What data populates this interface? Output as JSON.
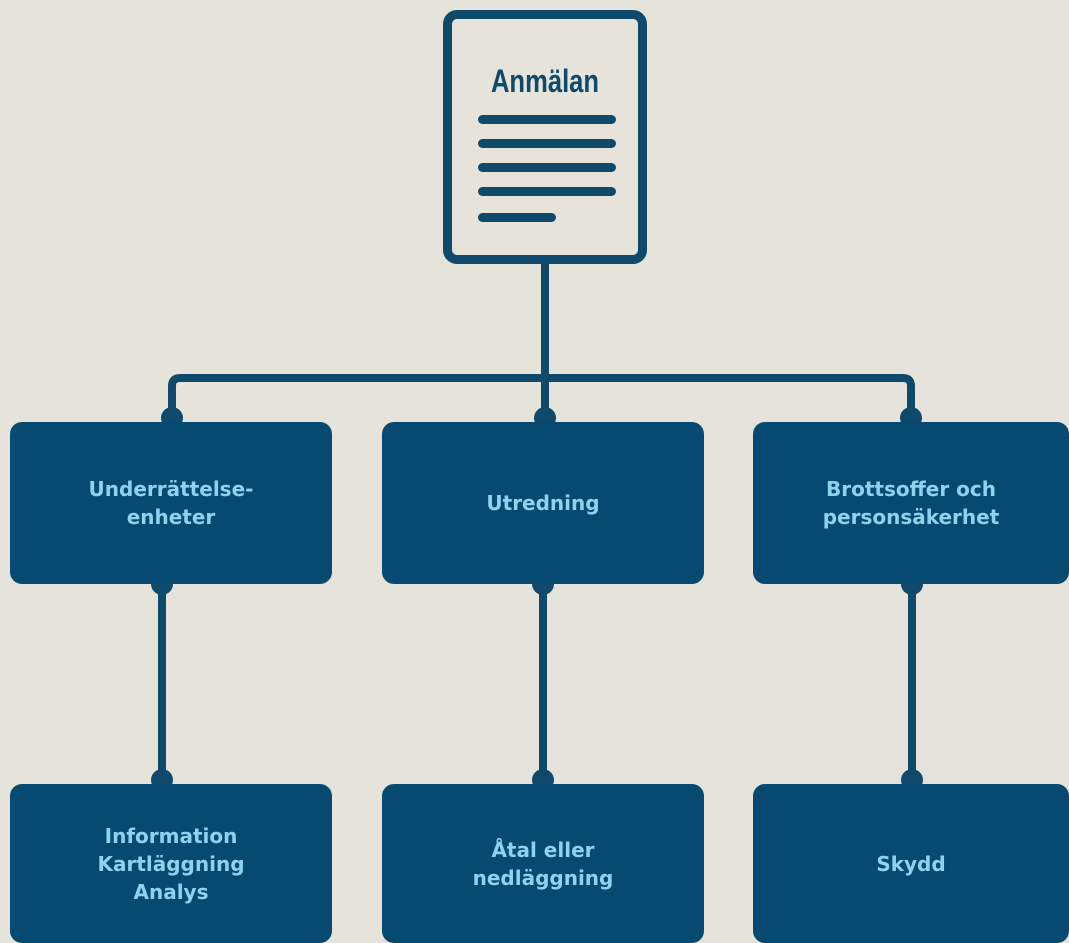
{
  "colors": {
    "background": "#e6e4da",
    "box_fill": "#074a71",
    "box_text": "#8fd2ee",
    "line": "#0f4a6d"
  },
  "document": {
    "title": "Anmälan",
    "icon": "document-icon"
  },
  "units": [
    {
      "label": "Underrättelse-\nenheter",
      "child": "Information\nKartläggning\nAnalys"
    },
    {
      "label": "Utredning",
      "child": "Åtal eller\nnedläggning"
    },
    {
      "label": "Brottsoffer och\npersonsäkerhet",
      "child": "Skydd"
    }
  ]
}
